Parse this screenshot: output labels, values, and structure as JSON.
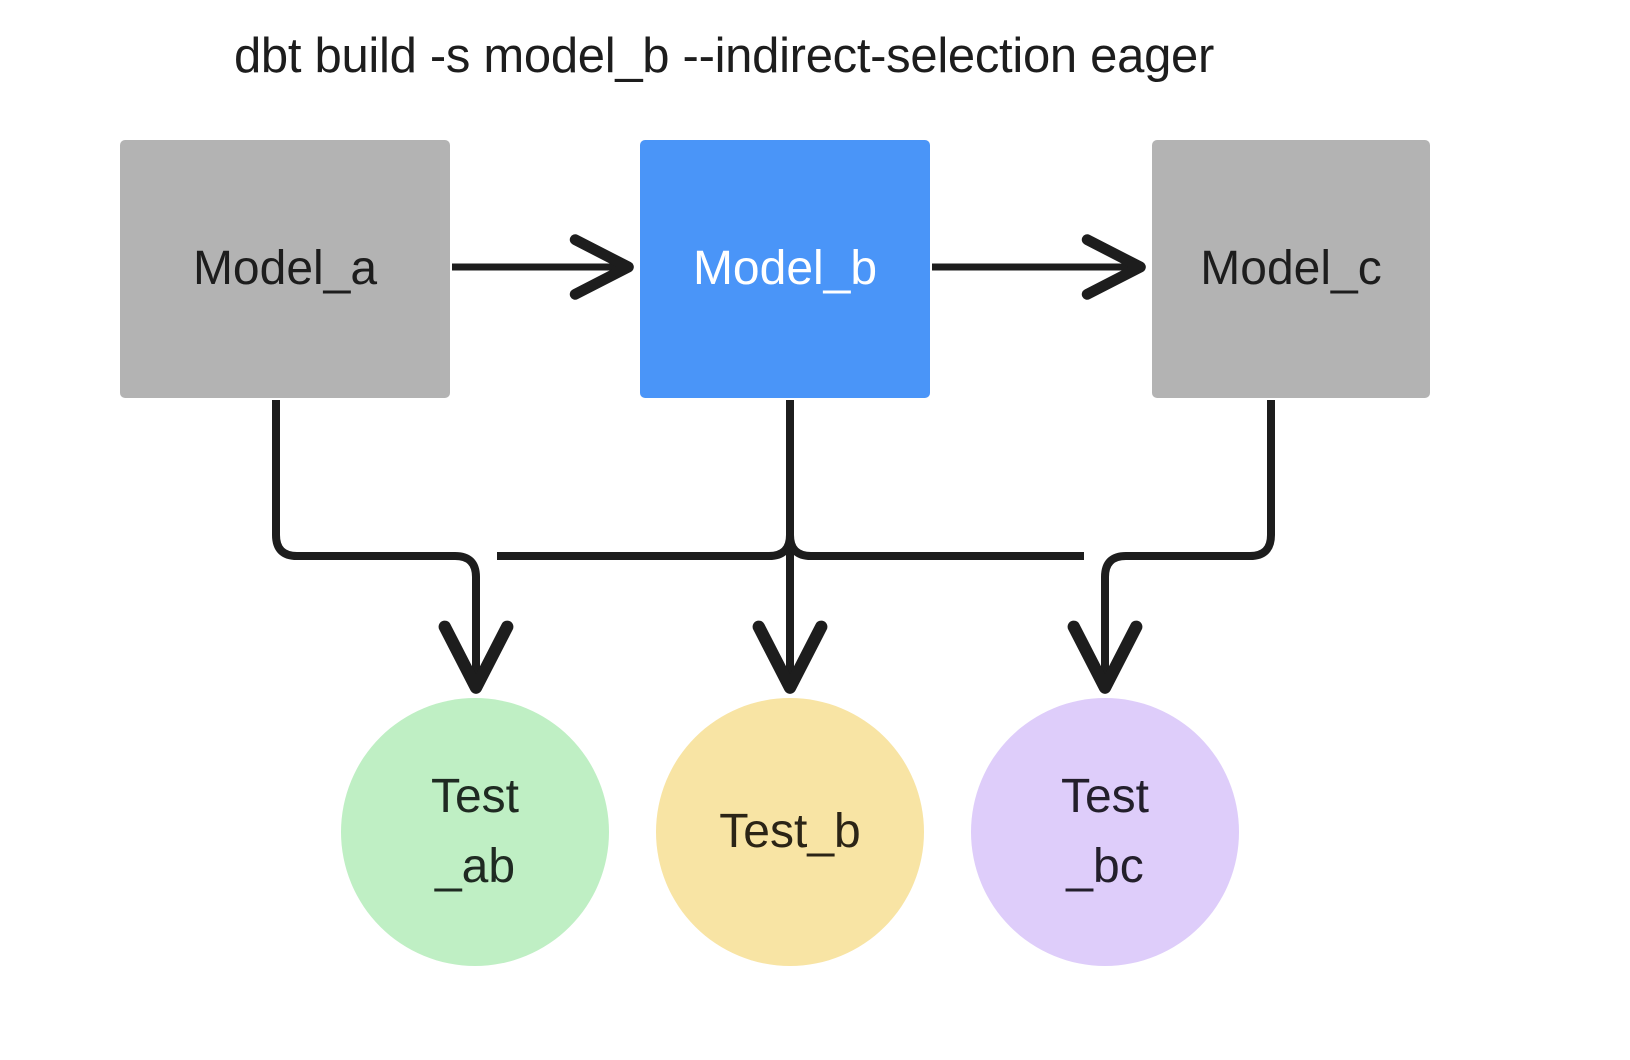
{
  "diagram": {
    "title": "dbt build -s model_b --indirect-selection eager",
    "background_color": "#ffffff",
    "edge_color": "#1d1d1d",
    "models": [
      {
        "id": "model_a",
        "label": "Model_a",
        "shape": "rectangle",
        "fill": "#b3b3b3",
        "text_color": "#1d1d1d",
        "selected": false
      },
      {
        "id": "model_b",
        "label": "Model_b",
        "shape": "rectangle",
        "fill": "#4a95f8",
        "text_color": "#ffffff",
        "selected": true
      },
      {
        "id": "model_c",
        "label": "Model_c",
        "shape": "rectangle",
        "fill": "#b3b3b3",
        "text_color": "#1d1d1d",
        "selected": false
      }
    ],
    "tests": [
      {
        "id": "test_ab",
        "label": "Test\n_ab",
        "shape": "circle",
        "fill": "#bfefc4",
        "text_color": "#1f2a22"
      },
      {
        "id": "test_b",
        "label": "Test_b",
        "shape": "circle",
        "fill": "#f8e4a4",
        "text_color": "#2b2416"
      },
      {
        "id": "test_bc",
        "label": "Test\n_bc",
        "shape": "circle",
        "fill": "#decdfa",
        "text_color": "#231f2b"
      }
    ],
    "edges": [
      {
        "from": "model_a",
        "to": "model_b",
        "style": "straight-arrow"
      },
      {
        "from": "model_b",
        "to": "model_c",
        "style": "straight-arrow"
      },
      {
        "from": "model_a",
        "to": "test_ab",
        "style": "orthogonal-arrow"
      },
      {
        "from": "model_b",
        "to": "test_ab",
        "style": "orthogonal-arrow"
      },
      {
        "from": "model_b",
        "to": "test_b",
        "style": "orthogonal-arrow"
      },
      {
        "from": "model_b",
        "to": "test_bc",
        "style": "orthogonal-arrow"
      },
      {
        "from": "model_c",
        "to": "test_bc",
        "style": "orthogonal-arrow"
      }
    ]
  }
}
